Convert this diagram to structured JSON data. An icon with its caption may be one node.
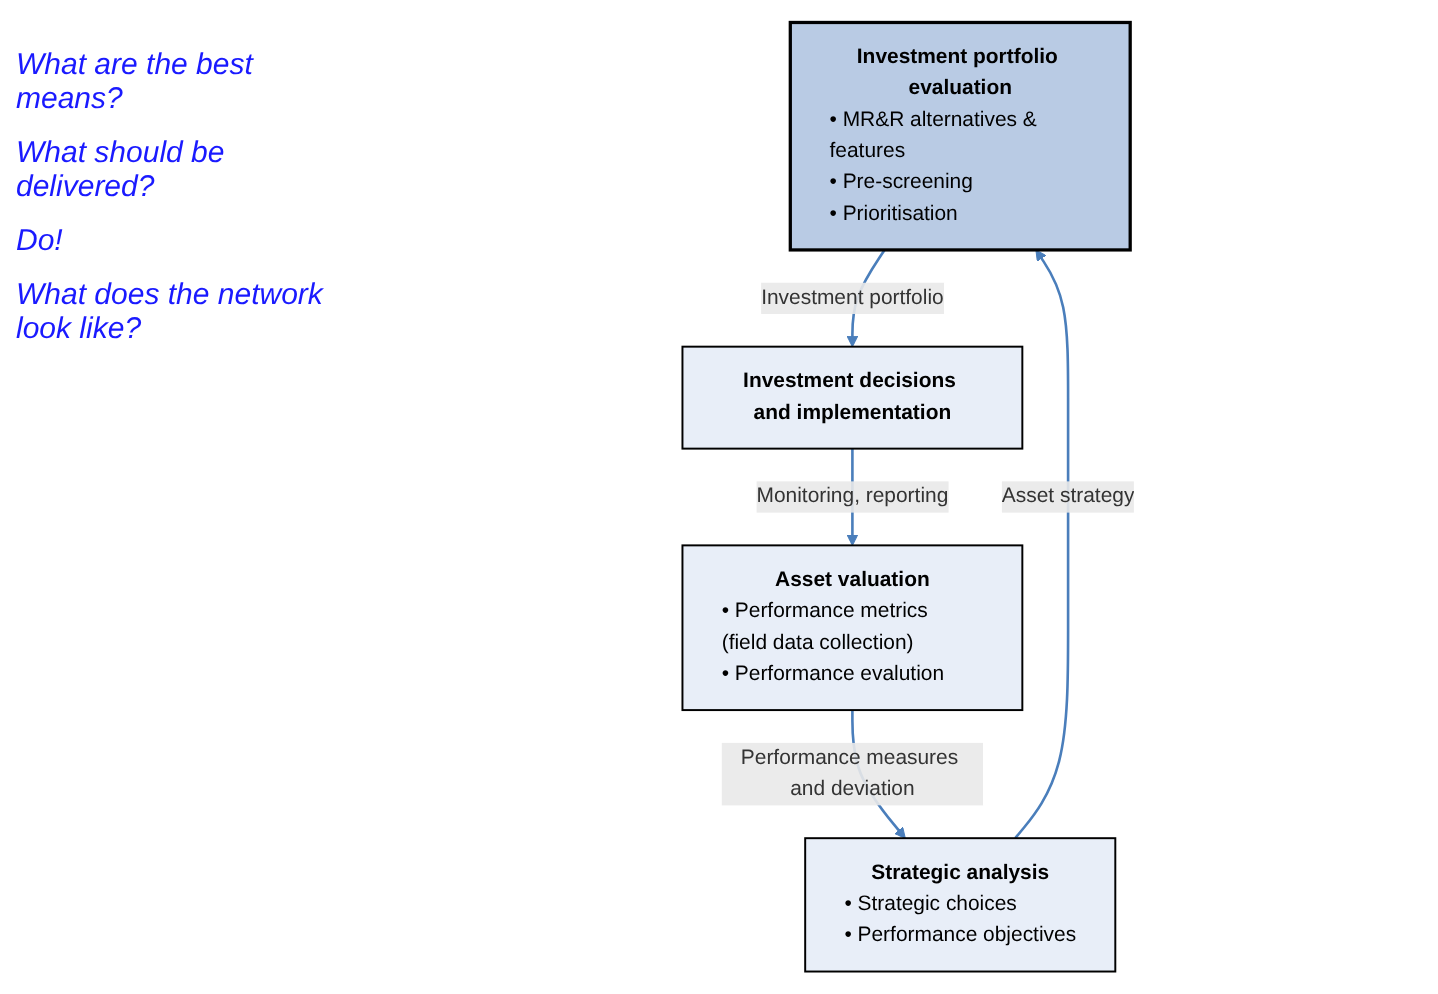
{
  "diagram": {
    "nodes": [
      {
        "text": [
          "Investment portfolio evaluation",
          "• MR&R alternatives & features",
          "• Pre-screening",
          "• Prioritisation"
        ]
      },
      {
        "text": [
          "Investment decisions and implementation"
        ]
      },
      {
        "text": [
          "Asset valuation",
          "• Performance metrics (field data collection)",
          "• Performance evalution"
        ]
      },
      {
        "text": [
          "Strategic analysis",
          "• Strategic choices",
          "• Performance objectives"
        ]
      }
    ],
    "edges": [
      {
        "from": 3,
        "to": 0,
        "arrow": "to",
        "label": "Asset strategy"
      },
      {
        "from": 0,
        "to": 1,
        "arrow": "to",
        "label": "Investment portfolio"
      },
      {
        "from": 1,
        "to": 2,
        "arrow": "to",
        "label": "Monitoring, reporting"
      },
      {
        "from": 2,
        "to": 3,
        "arrow": "to",
        "label": "Performance measures and deviation"
      }
    ],
    "labels": [
      "What are the best means?",
      "What should be delivered?",
      "Do!",
      "What does the network look like?"
    ]
  }
}
